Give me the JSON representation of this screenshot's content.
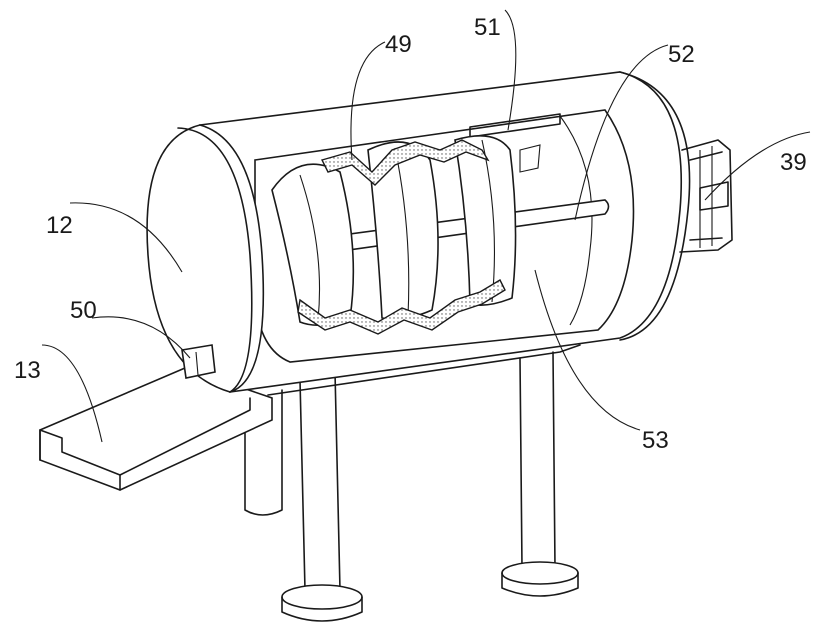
{
  "labels": {
    "l12": "12",
    "l13": "13",
    "l39": "39",
    "l49": "49",
    "l50": "50",
    "l51": "51",
    "l52": "52",
    "l53": "53"
  }
}
